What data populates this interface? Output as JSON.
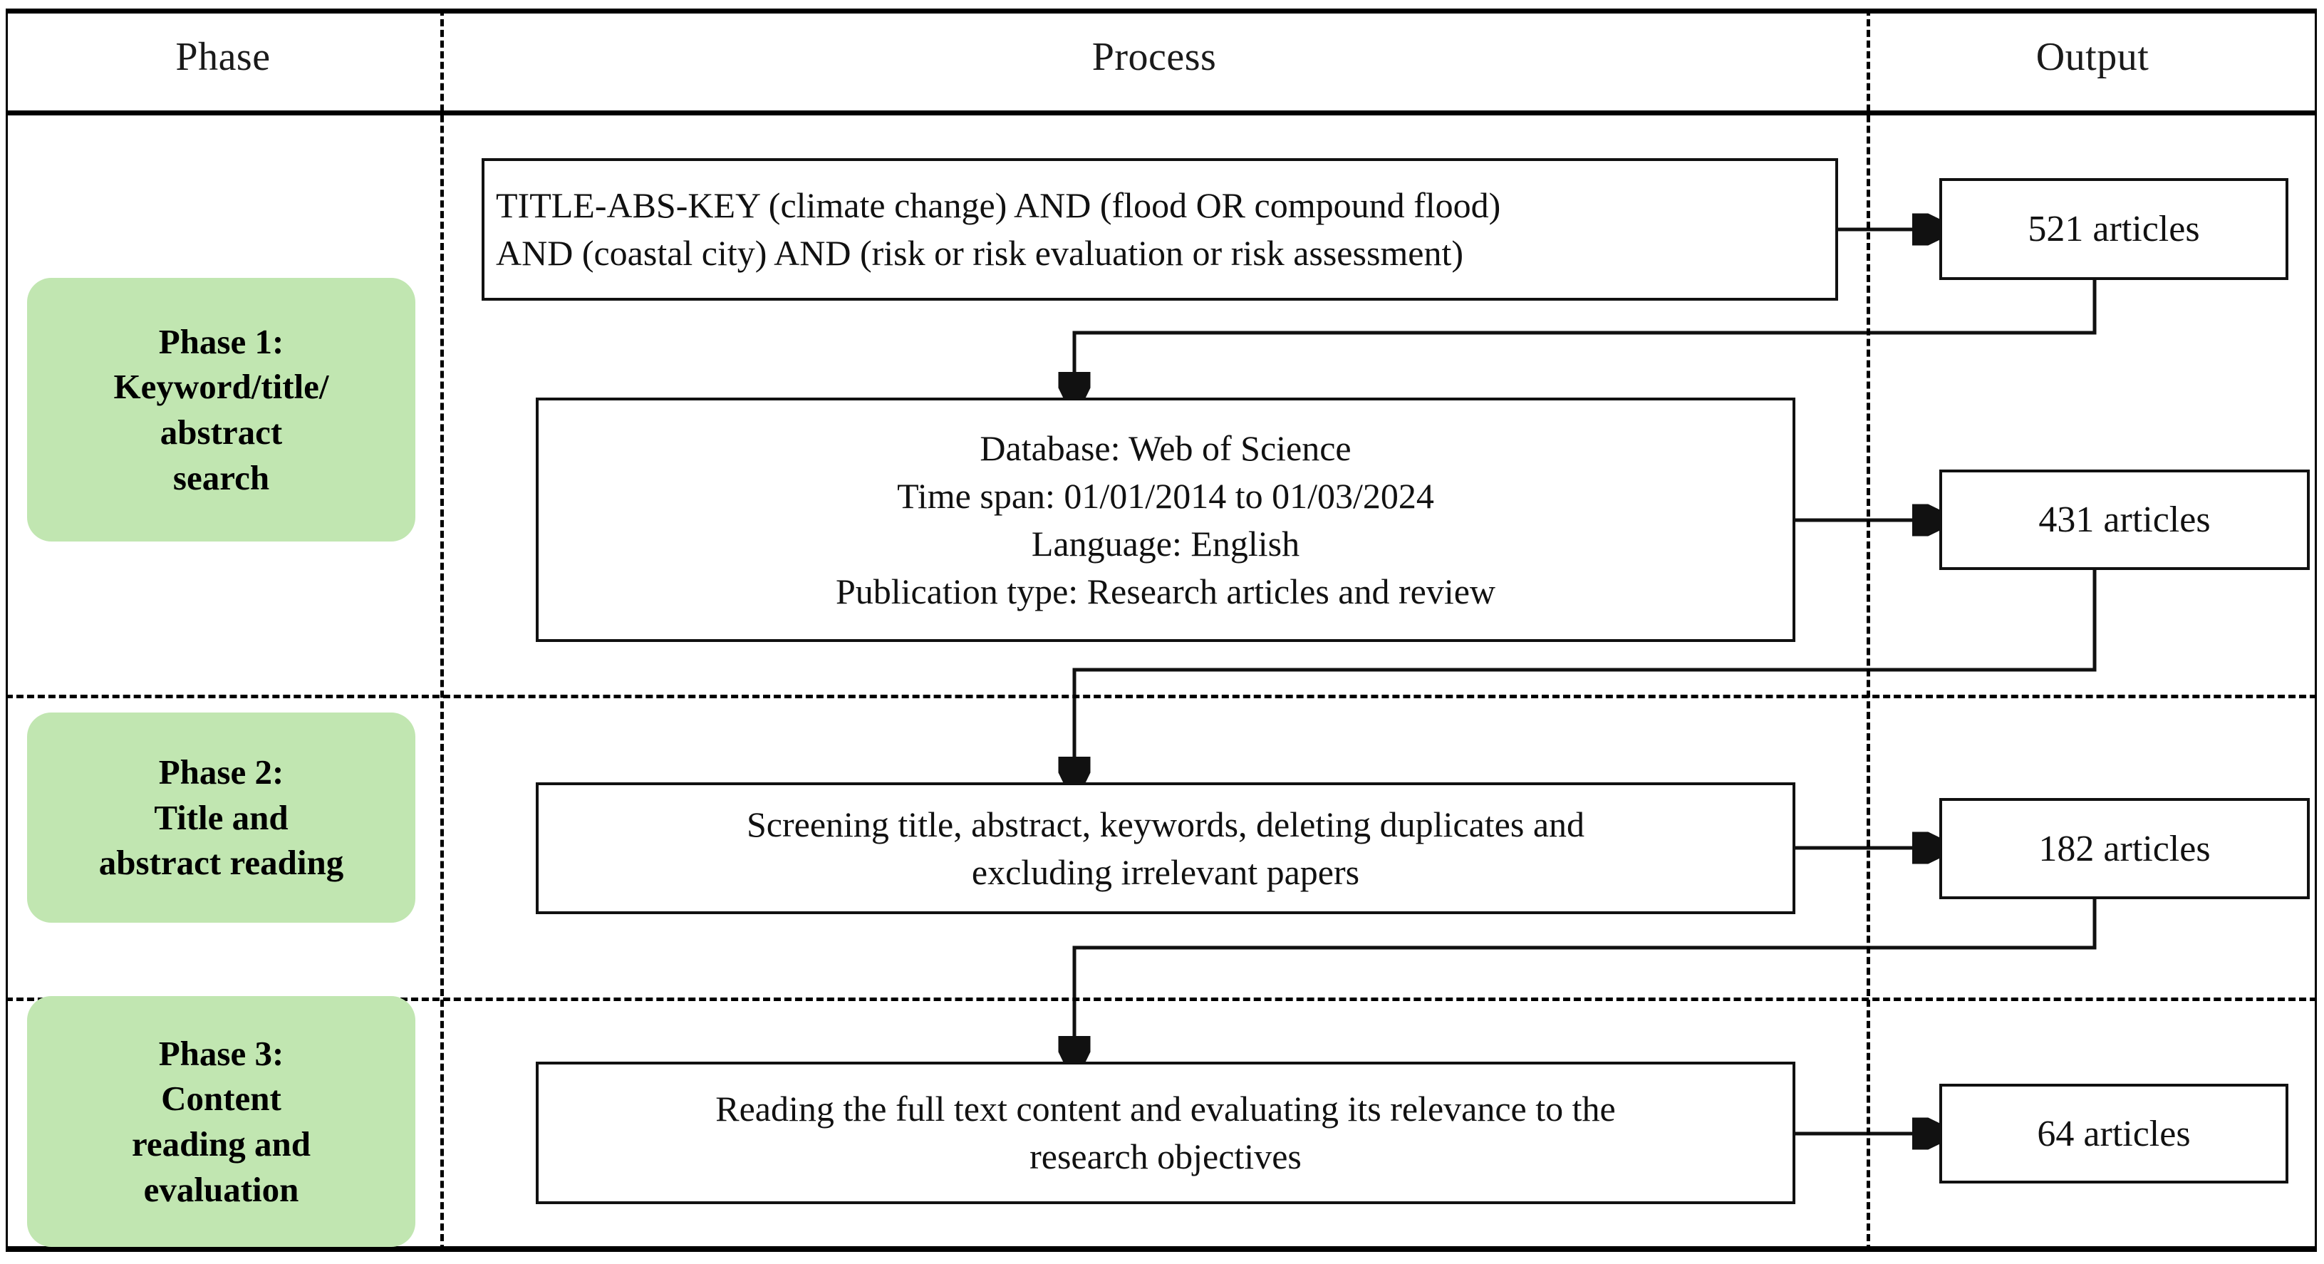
{
  "diagram": {
    "title": "Literature review screening flowchart",
    "accent_green": "#c1e6b1",
    "line_color": "#111111"
  },
  "header": {
    "phase": "Phase",
    "process": "Process",
    "output": "Output"
  },
  "rows": [
    {
      "phase_label": "Phase 1:\nKeyword/title/\nabstract\nsearch",
      "phase_line1": "Phase 1:",
      "phase_line2": "Keyword/title/",
      "phase_line3": "abstract",
      "phase_line4": "search",
      "process_boxes": [
        {
          "id": "search-query-box",
          "line1": "TITLE-ABS-KEY  (climate change) AND (flood OR compound  flood)",
          "line2": "AND (coastal city) AND (risk or risk evaluation or risk assessment)"
        },
        {
          "id": "database-criteria-box",
          "line1": "Database: Web of Science",
          "line2": "Time span: 01/01/2014 to 01/03/2024",
          "line3": "Language: English",
          "line4": "Publication type: Research articles and review"
        }
      ],
      "outputs": [
        {
          "id": "output-521",
          "label": "521 articles"
        },
        {
          "id": "output-431",
          "label": "431 articles"
        }
      ]
    },
    {
      "phase_label": "Phase 2:\nTitle and\nabstract reading",
      "phase_line1": "Phase 2:",
      "phase_line2": "Title and",
      "phase_line3": "abstract reading",
      "process_boxes": [
        {
          "id": "screening-box",
          "line1": "Screening title, abstract, keywords, deleting duplicates and",
          "line2": "excluding irrelevant papers"
        }
      ],
      "outputs": [
        {
          "id": "output-182",
          "label": "182 articles"
        }
      ]
    },
    {
      "phase_label": "Phase 3:\nContent\nreading and\nevaluation",
      "phase_line1": "Phase 3:",
      "phase_line2": "Content",
      "phase_line3": "reading and",
      "phase_line4": "evaluation",
      "process_boxes": [
        {
          "id": "fulltext-box",
          "line1": "Reading the full text content and evaluating its relevance  to the",
          "line2": "research objectives"
        }
      ],
      "outputs": [
        {
          "id": "output-64",
          "label": "64 articles"
        }
      ]
    }
  ]
}
